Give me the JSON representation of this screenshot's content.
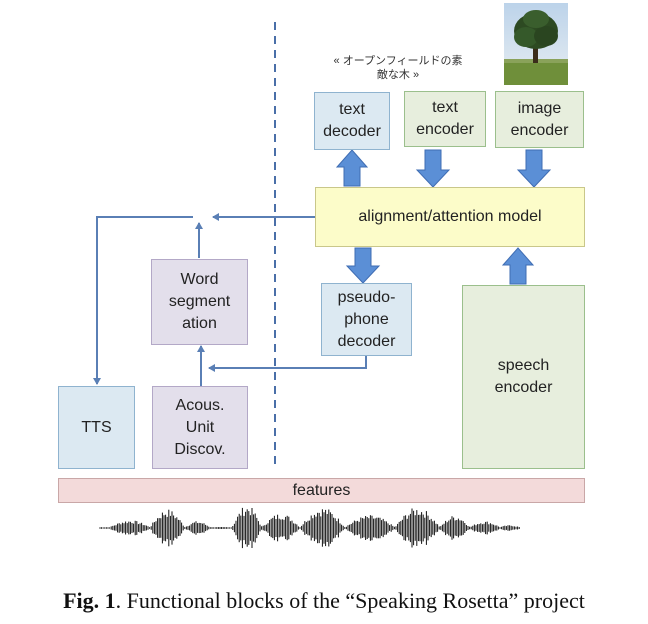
{
  "diagram": {
    "japanese_caption_line1": "« オープンフィールドの素",
    "japanese_caption_line2": "敵な木 »",
    "image_alt": "tree photo",
    "blocks": {
      "text_decoder": "text\ndecoder",
      "text_encoder": "text\nencoder",
      "image_encoder": "image\nencoder",
      "alignment_model": "alignment/attention model",
      "pseudo_phone_decoder": "pseudo-\nphone\ndecoder",
      "word_segmentation": "Word\nsegment\nation",
      "speech_encoder": "speech\nencoder",
      "tts": "TTS",
      "acoustic_unit_discovery": "Acous.\nUnit\nDiscov.",
      "features": "features"
    }
  },
  "caption": {
    "label": "Fig. 1",
    "text": ". Functional blocks of the “Speaking Rosetta” project"
  },
  "colors": {
    "arrow_fill": "#5b8fd6",
    "line": "#5a7fb5",
    "dashed_line": "#4a6fa8"
  }
}
